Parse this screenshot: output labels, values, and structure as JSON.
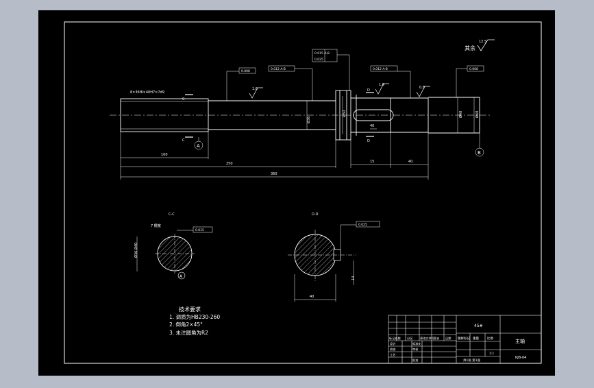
{
  "drawing": {
    "ribbon_roughness": "12.5",
    "ribbon_label": "其余",
    "main_view": {
      "spline_label": "8×36f6×40H7×7d9",
      "dim_shaft_length_1": "250",
      "dim_total": "360",
      "dim_spline_length": "100",
      "dim_key_1": "15",
      "dim_key_2": "40",
      "dim_keyway_len": "40",
      "dia_left": "Ø36",
      "dia_collar": "Ø50",
      "dia_right_1": "Ø40",
      "dia_right_2": "Ø40",
      "tol_1": "0.008",
      "tol_2": "0.012 A-B",
      "tol_3a": "0.015 A-B",
      "tol_3b": "0.025",
      "tol_4": "0.012 A-B",
      "tol_5": "0.008",
      "rough_a": "1.6",
      "rough_b": "1.6",
      "rough_c": "0.8",
      "section_c_top": "C",
      "section_c_bot": "C",
      "section_d_top": "D",
      "section_d_bot": "D",
      "datum_a": "A",
      "datum_b": "B"
    },
    "section_c": {
      "title": "C-C",
      "note": "7 槽宽",
      "tol": "0.015",
      "dim_left": "Ø36 Ø40",
      "datum": "A"
    },
    "section_d": {
      "title": "D-D",
      "tol": "0.025",
      "dim_bottom": "40",
      "dim_right": "14"
    },
    "tech": {
      "title": "技术要求",
      "line1": "1. 调质为HB230-260",
      "line2": "2. 倒角2×45°",
      "line3": "3. 未注圆角为R2"
    },
    "titleblock": {
      "material": "45#",
      "part_name": "主轴",
      "drawing_no": "KJB-04",
      "scale_value": "1:1",
      "lbl_stage": "图样标记",
      "lbl_weight": "重量",
      "lbl_scale": "比例",
      "lbl_sheets": "共1张  第1张",
      "row_mark": "标记处数",
      "row_zone": "分区",
      "row_change": "更改文件号",
      "row_sign": "签名",
      "row_date": "日期",
      "row_design": "设计",
      "row_std": "标准化",
      "row_check": "校核",
      "row_review": "审核",
      "row_craft": "工艺",
      "row_approve": "批准"
    }
  }
}
